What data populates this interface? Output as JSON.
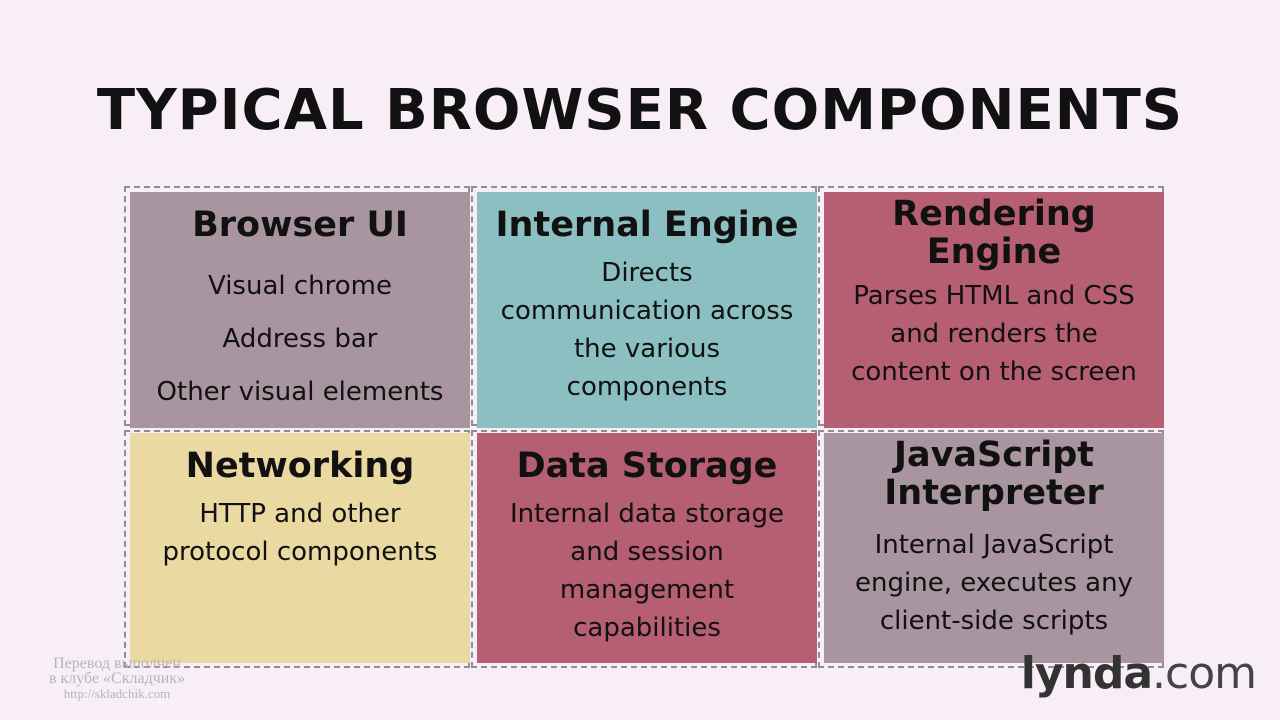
{
  "title": "TYPICAL BROWSER COMPONENTS",
  "cards": [
    {
      "title": "Browser UI",
      "lines": [
        "Visual chrome",
        "Address bar",
        "Other visual elements"
      ],
      "color": "#a9959f"
    },
    {
      "title": "Internal Engine",
      "lines": [
        "Directs",
        "communication across",
        "the various",
        "components"
      ],
      "color": "#8cbfc2"
    },
    {
      "title_lines": [
        "Rendering",
        "Engine"
      ],
      "lines": [
        "Parses HTML and CSS",
        "and renders the",
        "content on the screen"
      ],
      "color": "#b65e72"
    },
    {
      "title": "Networking",
      "lines": [
        "HTTP and other",
        "protocol components"
      ],
      "color": "#ead9a0"
    },
    {
      "title": "Data Storage",
      "lines": [
        "Internal data storage",
        "and session",
        "management",
        "capabilities"
      ],
      "color": "#b65e72"
    },
    {
      "title_lines": [
        "JavaScript",
        "Interpreter"
      ],
      "lines": [
        "Internal JavaScript",
        "engine, executes any",
        "client-side scripts"
      ],
      "color": "#a9959f"
    }
  ],
  "watermark": {
    "line1": "Перевод выполнен",
    "line2": "в клубе «Складчик»",
    "line3": "http://skladchik.com"
  },
  "logo": {
    "brand": "lynda",
    "dot": ".",
    "suffix": "com"
  }
}
